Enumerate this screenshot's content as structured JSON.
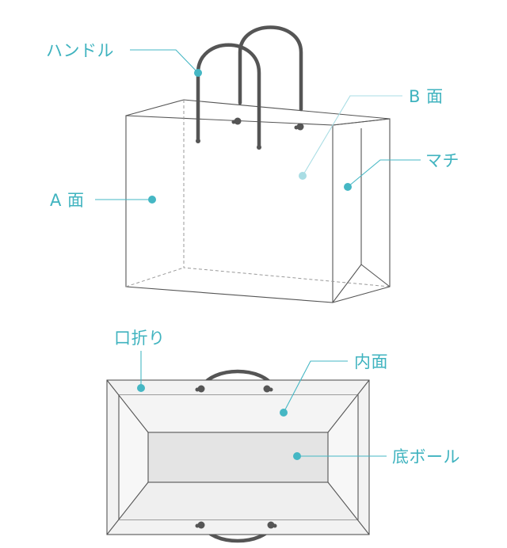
{
  "colors": {
    "accent": "#45b7c4",
    "accent_light": "#a9dde4",
    "outline": "#555555"
  },
  "labels": {
    "handle": "ハンドル",
    "b_side": "B 面",
    "gusset": "マチ",
    "a_side": "A 面",
    "top_fold": "口折り",
    "inner_side": "内面",
    "bottom_board": "底ボール"
  }
}
